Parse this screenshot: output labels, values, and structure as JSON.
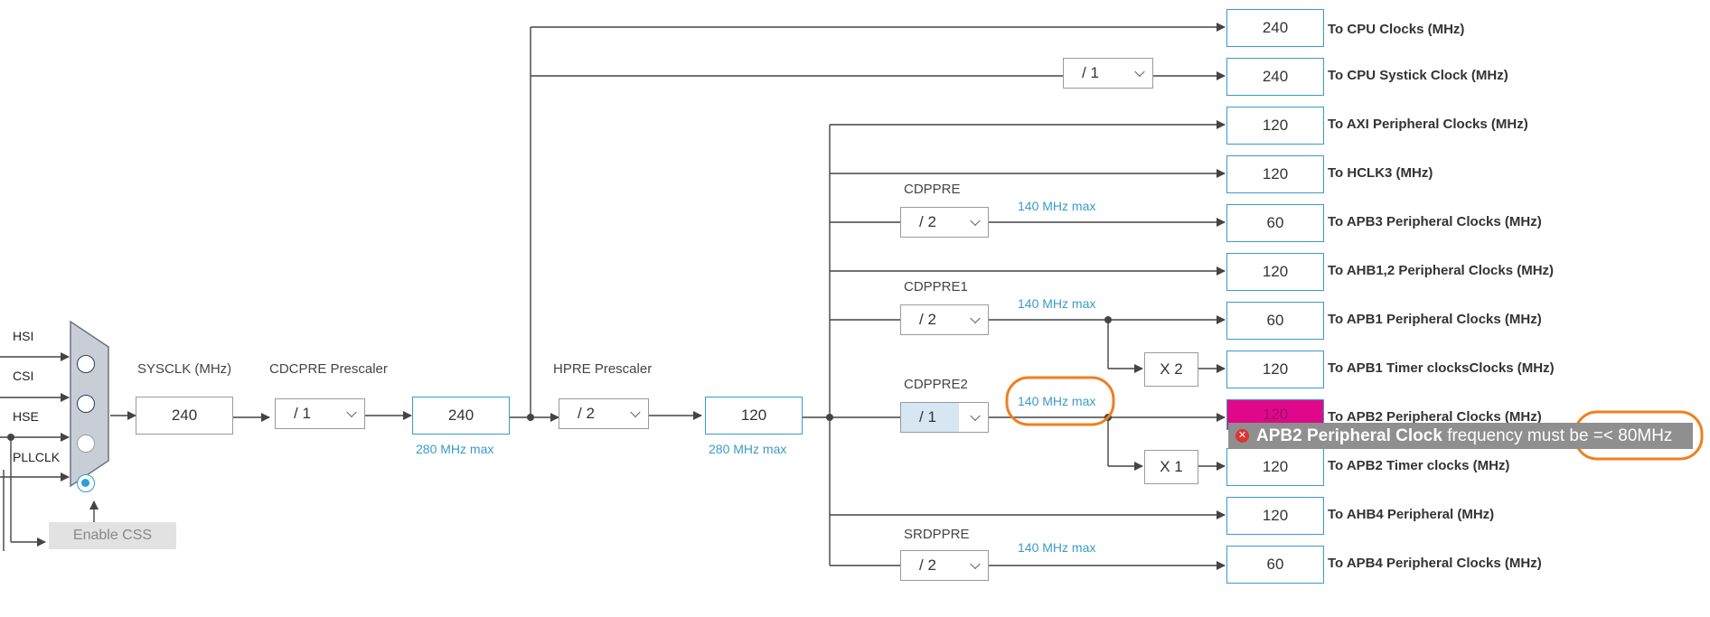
{
  "inputs": {
    "hsi": "HSI",
    "csi": "CSI",
    "hse": "HSE",
    "pllclk": "PLLCLK"
  },
  "mux": {
    "selected": "PLLCLK",
    "enable_css_label": "Enable CSS"
  },
  "sysclk": {
    "label": "SYSCLK (MHz)",
    "value": "240"
  },
  "cdcpre": {
    "label": "CDCPRE Prescaler",
    "value": "/ 1",
    "options_visible": [
      "/ 1"
    ]
  },
  "cpu_domain": {
    "value": "240",
    "max": "280 MHz max"
  },
  "hpre": {
    "label": "HPRE Prescaler",
    "value": "/ 2"
  },
  "hclk": {
    "value": "120",
    "max": "280 MHz max"
  },
  "systick_div": {
    "value": "/ 1"
  },
  "cdppre": {
    "label": "CDPPRE",
    "value": "/ 2",
    "max": "140 MHz max"
  },
  "cdppre1": {
    "label": "CDPPRE1",
    "value": "/ 2",
    "max": "140 MHz max"
  },
  "cdppre2": {
    "label": "CDPPRE2",
    "value": "/ 1",
    "max": "140 MHz max"
  },
  "srdppre": {
    "label": "SRDPPRE",
    "value": "/ 2",
    "max": "140 MHz max"
  },
  "multipliers": {
    "apb1_timer": "X 2",
    "apb2_timer": "X 1"
  },
  "outputs": [
    {
      "value": "240",
      "label": "To CPU Clocks (MHz)"
    },
    {
      "value": "240",
      "label": "To CPU Systick Clock (MHz)"
    },
    {
      "value": "120",
      "label": "To AXI Peripheral Clocks (MHz)"
    },
    {
      "value": "120",
      "label": "To HCLK3 (MHz)"
    },
    {
      "value": "60",
      "label": "To APB3 Peripheral Clocks (MHz)"
    },
    {
      "value": "120",
      "label": "To AHB1,2 Peripheral Clocks (MHz)"
    },
    {
      "value": "60",
      "label": "To APB1 Peripheral Clocks (MHz)"
    },
    {
      "value": "120",
      "label": "To APB1 Timer clocksClocks (MHz)"
    },
    {
      "value": "120",
      "label": "To APB2 Peripheral Clocks (MHz)"
    },
    {
      "value": "120",
      "label": "To APB2 Timer clocks (MHz)"
    },
    {
      "value": "120",
      "label": "To AHB4 Peripheral (MHz)"
    },
    {
      "value": "60",
      "label": "To APB4 Peripheral Clocks (MHz)"
    }
  ],
  "error_tooltip": {
    "icon": "error-icon",
    "bold": "APB2 Peripheral Clock",
    "text": " frequency must be =< 80MHz"
  },
  "colors": {
    "accent": "#3a9bc9",
    "error_fill": "#e0088a",
    "highlight": "#f07f1e",
    "tooltip_bg": "#8f8f8f"
  }
}
